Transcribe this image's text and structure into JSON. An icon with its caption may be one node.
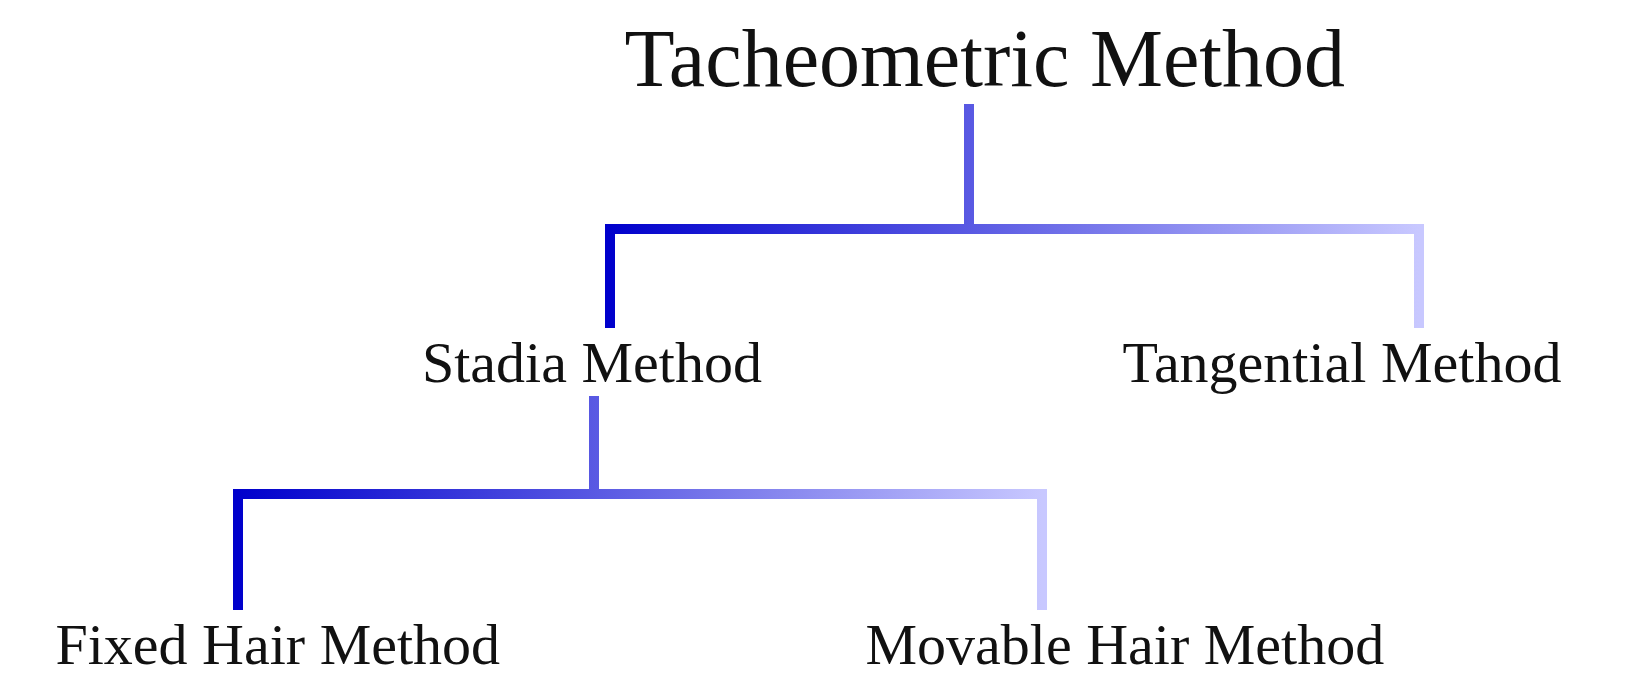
{
  "diagram": {
    "nodes": [
      {
        "text": [
          "Tacheometric Method"
        ]
      },
      {
        "text": [
          "Stadia Method"
        ]
      },
      {
        "text": [
          "Tangential Method"
        ]
      },
      {
        "text": [
          "Fixed Hair Method"
        ]
      },
      {
        "text": [
          "Movable Hair Method"
        ]
      }
    ],
    "edges": [
      {
        "from": 0,
        "to": 1,
        "arrow": "none",
        "style": "thick"
      },
      {
        "from": 0,
        "to": 2,
        "arrow": "none",
        "style": "thick"
      },
      {
        "from": 1,
        "to": 3,
        "arrow": "none",
        "style": "thick"
      },
      {
        "from": 1,
        "to": 4,
        "arrow": "none",
        "style": "thick"
      }
    ]
  }
}
